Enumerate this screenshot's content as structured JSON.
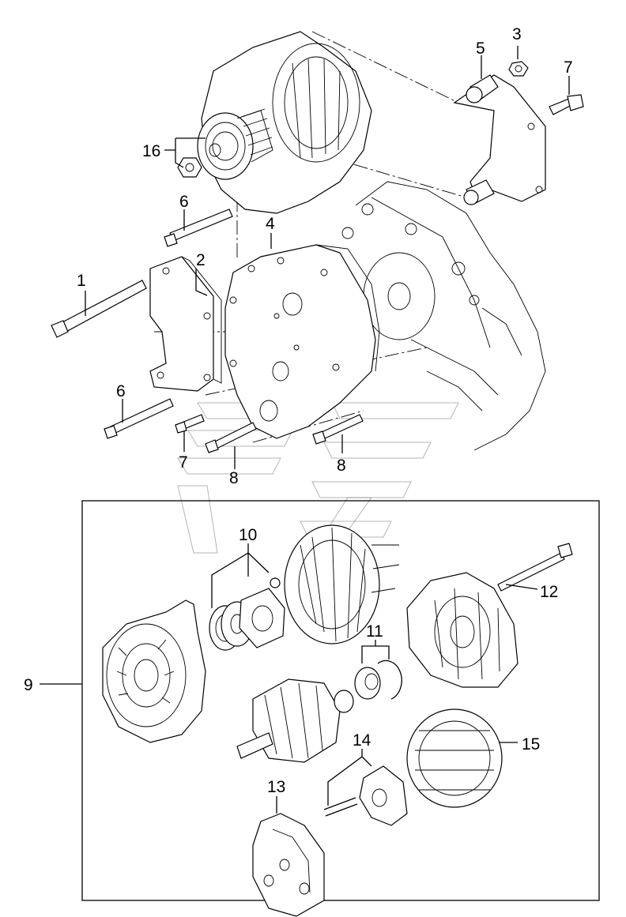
{
  "diagram": {
    "callouts": [
      {
        "id": "c1",
        "text": "1"
      },
      {
        "id": "c2",
        "text": "2"
      },
      {
        "id": "c3",
        "text": "3"
      },
      {
        "id": "c4",
        "text": "4"
      },
      {
        "id": "c5",
        "text": "5"
      },
      {
        "id": "c6a",
        "text": "6"
      },
      {
        "id": "c6b",
        "text": "6"
      },
      {
        "id": "c7a",
        "text": "7"
      },
      {
        "id": "c7b",
        "text": "7"
      },
      {
        "id": "c8a",
        "text": "8"
      },
      {
        "id": "c8b",
        "text": "8"
      },
      {
        "id": "c9",
        "text": "9"
      },
      {
        "id": "c10",
        "text": "10"
      },
      {
        "id": "c11",
        "text": "11"
      },
      {
        "id": "c12",
        "text": "12"
      },
      {
        "id": "c13",
        "text": "13"
      },
      {
        "id": "c14",
        "text": "14"
      },
      {
        "id": "c15",
        "text": "15"
      },
      {
        "id": "c16",
        "text": "16"
      }
    ]
  }
}
